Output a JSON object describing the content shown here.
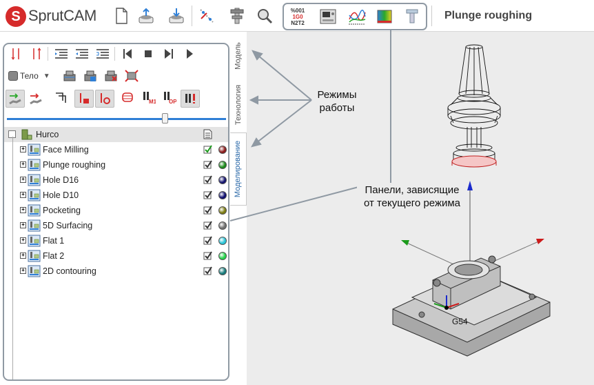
{
  "app": {
    "logo_letter": "S",
    "logo_text": "SprutCAM",
    "window_title": "Plunge roughing"
  },
  "colors": {
    "accent": "#2f7fd6",
    "brand": "#d62b2b",
    "highlight_frame": "#8f99a3"
  },
  "toolbar": {
    "icons": [
      "new-file-icon",
      "open-file-icon",
      "save-file-icon",
      "measure-icon",
      "caliper-icon",
      "zoom-tool-icon"
    ],
    "nc_program_icon_lines": [
      "%001",
      "1G0",
      "N2T2"
    ],
    "mode_icons": [
      "nc-program-icon",
      "machine-control-icon",
      "curve-chart-icon",
      "color-map-icon",
      "tool-icon"
    ]
  },
  "left_panel": {
    "body_dropdown": "Тело",
    "slider_value_percent": 72,
    "tree": {
      "root": "Hurco",
      "operations": [
        {
          "label": "Face Milling",
          "color": "#8b1a1a",
          "check_color": "#1a9a1a"
        },
        {
          "label": "Plunge roughing",
          "color": "#1a8a1a",
          "check_color": "#333333"
        },
        {
          "label": "Hole D16",
          "color": "#12126e",
          "check_color": "#333333"
        },
        {
          "label": "Hole D10",
          "color": "#0d0d70",
          "check_color": "#333333"
        },
        {
          "label": "Pocketing",
          "color": "#7a7a10",
          "check_color": "#333333"
        },
        {
          "label": "5D Surfacing",
          "color": "#707070",
          "check_color": "#333333"
        },
        {
          "label": "Flat 1",
          "color": "#28c4d8",
          "check_color": "#333333"
        },
        {
          "label": "Flat 2",
          "color": "#24d44a",
          "check_color": "#333333"
        },
        {
          "label": "2D contouring",
          "color": "#147a7a",
          "check_color": "#333333"
        }
      ]
    }
  },
  "mode_tabs": [
    {
      "label": "Модель",
      "active": false
    },
    {
      "label": "Технология",
      "active": false
    },
    {
      "label": "Моделирование",
      "active": true
    }
  ],
  "viewport": {
    "cs_label": "G54"
  },
  "annotations": {
    "modes_line1": "Режимы",
    "modes_line2": "работы",
    "panels_line1": "Панели, зависящие",
    "panels_line2": "от текущего режима"
  }
}
